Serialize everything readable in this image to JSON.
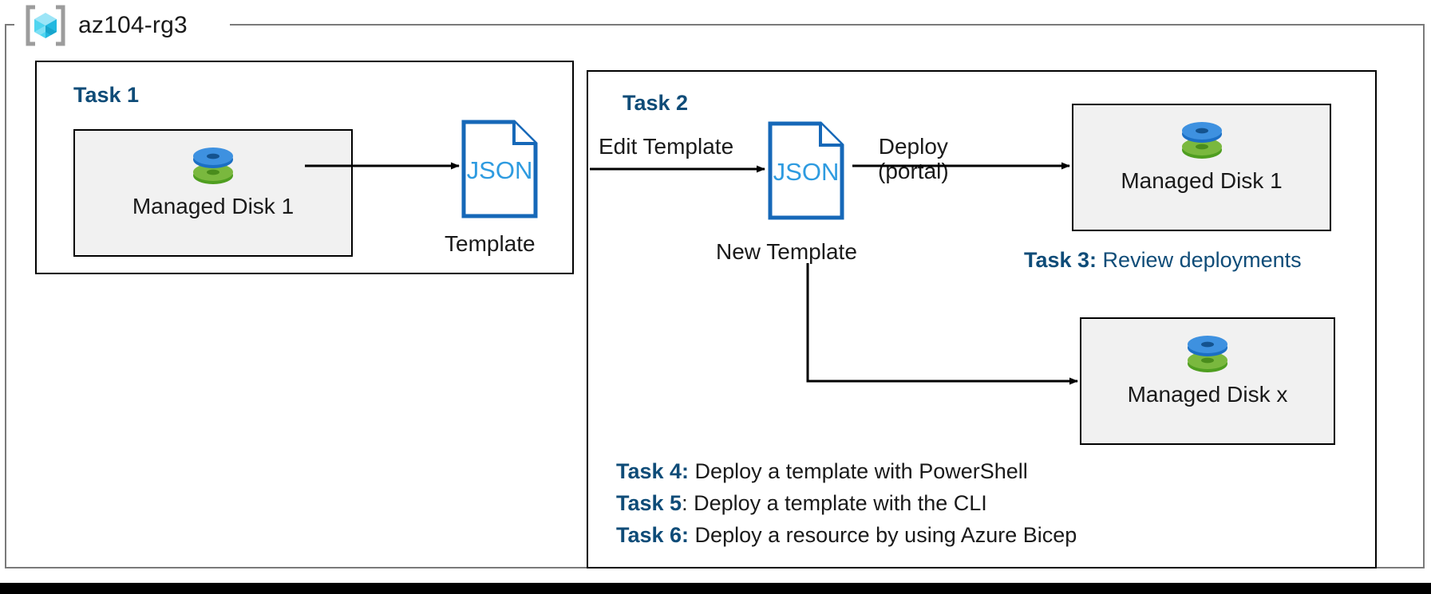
{
  "resource_group": {
    "name": "az104-rg3",
    "icon": "azure-resource-group-icon"
  },
  "task1": {
    "heading": "Task 1",
    "resource": {
      "label": "Managed Disk 1",
      "icon": "managed-disk-icon"
    },
    "template": {
      "doc_text": "JSON",
      "caption": "Template",
      "icon": "json-document-icon"
    },
    "arrow_label": ""
  },
  "task2": {
    "heading": "Task 2",
    "edit_arrow_label": "Edit Template",
    "new_template": {
      "doc_text": "JSON",
      "caption": "New Template",
      "icon": "json-document-icon"
    },
    "deploy_arrow_label_line1": "Deploy",
    "deploy_arrow_label_line2": "(portal)",
    "deployed_resource": {
      "label": "Managed Disk 1",
      "icon": "managed-disk-icon"
    },
    "extra_resource": {
      "label": "Managed Disk x",
      "icon": "managed-disk-icon"
    }
  },
  "notes": {
    "task3": {
      "tag": "Task 3:",
      "text": " Review deployments"
    },
    "task4": {
      "tag": "Task 4:",
      "text": " Deploy a template with PowerShell"
    },
    "task5": {
      "tag": "Task 5",
      "colon": ":",
      "text": " Deploy a template with the CLI"
    },
    "task6": {
      "tag": "Task 6:",
      "text": " Deploy a resource by using Azure Bicep"
    }
  },
  "colors": {
    "accent_blue": "#0f4C78",
    "json_blue": "#1668B8",
    "disk_blue": "#3A8DDE",
    "disk_green": "#6CB33F",
    "box_fill": "#f1f1f1",
    "container_border": "#7a7a7a"
  }
}
